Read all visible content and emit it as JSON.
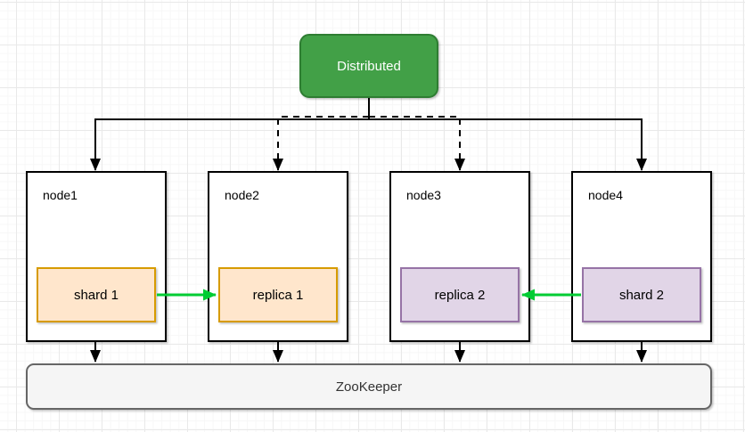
{
  "canvas": {
    "background": "#ffffff",
    "grid_color": "#e9e9e9"
  },
  "diagram": {
    "root": {
      "label": "Distributed",
      "fill": "#43a047",
      "stroke": "#2e7d32",
      "text_color": "#ffffff"
    },
    "nodes": [
      {
        "label": "node1",
        "child": {
          "label": "shard 1",
          "fill": "#ffe6cc",
          "stroke": "#d79b00"
        }
      },
      {
        "label": "node2",
        "child": {
          "label": "replica 1",
          "fill": "#ffe6cc",
          "stroke": "#d79b00"
        }
      },
      {
        "label": "node3",
        "child": {
          "label": "replica 2",
          "fill": "#e1d5e7",
          "stroke": "#9673a6"
        }
      },
      {
        "label": "node4",
        "child": {
          "label": "shard 2",
          "fill": "#e1d5e7",
          "stroke": "#9673a6"
        }
      }
    ],
    "zookeeper": {
      "label": "ZooKeeper",
      "fill": "#f5f5f5",
      "stroke": "#666666",
      "text_color": "#333333"
    },
    "colors": {
      "node_fill": "#ffffff",
      "node_stroke": "#000000",
      "connector": "#000000",
      "replication_arrow": "#00cc33",
      "label_color": "#000000"
    },
    "edges": [
      {
        "from": "Distributed",
        "to": "node1",
        "style": "solid",
        "arrow": "filled-black"
      },
      {
        "from": "Distributed",
        "to": "node2",
        "style": "dashed",
        "arrow": "filled-black"
      },
      {
        "from": "Distributed",
        "to": "node3",
        "style": "dashed",
        "arrow": "filled-black"
      },
      {
        "from": "Distributed",
        "to": "node4",
        "style": "solid",
        "arrow": "filled-black"
      },
      {
        "from": "shard 1",
        "to": "replica 1",
        "style": "solid",
        "arrow": "filled-green",
        "color": "#00cc33"
      },
      {
        "from": "shard 2",
        "to": "replica 2",
        "style": "solid",
        "arrow": "filled-green",
        "color": "#00cc33"
      },
      {
        "from": "node1",
        "to": "ZooKeeper",
        "style": "solid",
        "arrow": "filled-black"
      },
      {
        "from": "node2",
        "to": "ZooKeeper",
        "style": "solid",
        "arrow": "filled-black"
      },
      {
        "from": "node3",
        "to": "ZooKeeper",
        "style": "solid",
        "arrow": "filled-black"
      },
      {
        "from": "node4",
        "to": "ZooKeeper",
        "style": "solid",
        "arrow": "filled-black"
      }
    ]
  }
}
